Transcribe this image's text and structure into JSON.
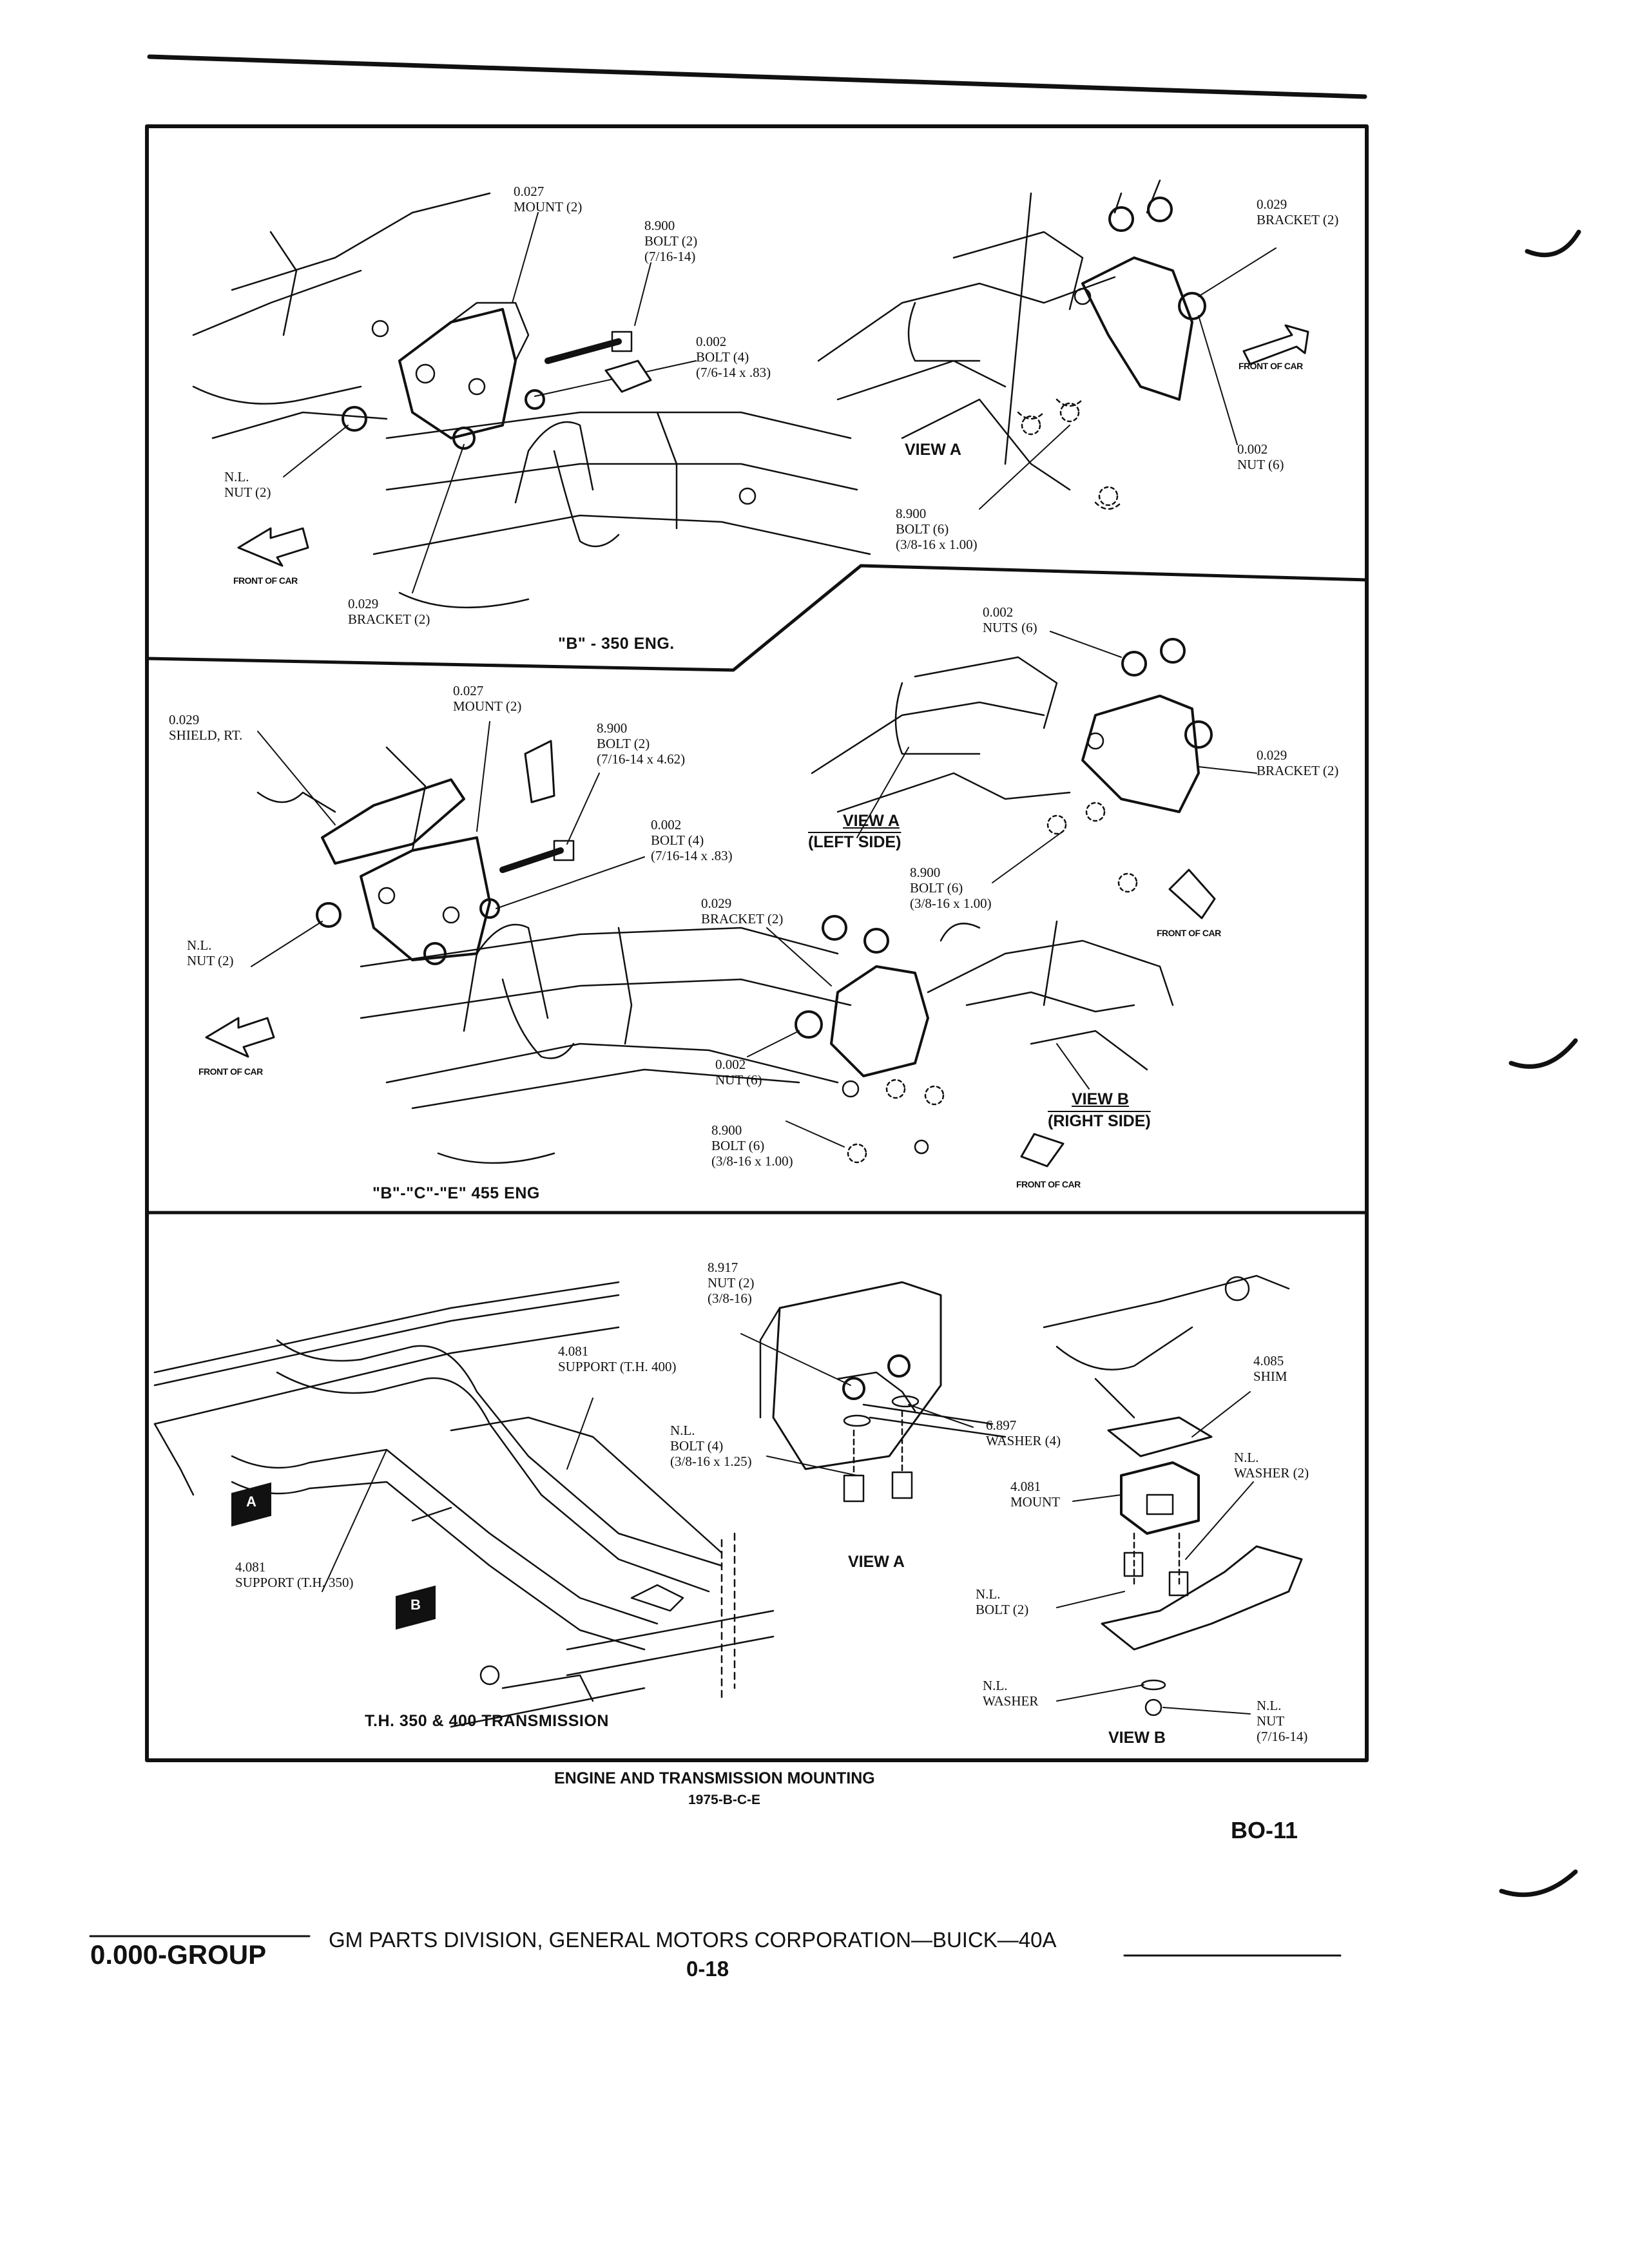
{
  "section1": {
    "mount": "0.027\nMOUNT (2)",
    "bolt_a": "8.900\nBOLT (2)\n(7/16-14)",
    "bolt_b": "0.002\nBOLT (4)\n(7/6-14 x .83)",
    "nut_nl": "N.L.\nNUT (2)",
    "bracket_left": "0.029\nBRACKET (2)",
    "front_left": "FRONT OF CAR",
    "engine": "\"B\" - 350 ENG.",
    "bracket_right": "0.029\nBRACKET (2)",
    "front_right": "FRONT OF CAR",
    "nut_right": "0.002\nNUT (6)",
    "view_a": "VIEW A",
    "bolt_right": "8.900\nBOLT (6)\n(3/8-16 x 1.00)"
  },
  "section2": {
    "shield": "0.029\nSHIELD, RT.",
    "mount": "0.027\nMOUNT (2)",
    "bolt_a": "8.900\nBOLT (2)\n(7/16-14 x 4.62)",
    "bolt_b": "0.002\nBOLT (4)\n(7/16-14 x .83)",
    "nut_nl": "N.L.\nNUT (2)",
    "front_left": "FRONT OF CAR",
    "engine": "\"B\"-\"C\"-\"E\" 455 ENG",
    "nuts_top": "0.002\nNUTS (6)",
    "bracket_top": "0.029\nBRACKET (2)",
    "view_a": "VIEW A",
    "left_side": "(LEFT SIDE)",
    "bolt_top": "8.900\nBOLT (6)\n(3/8-16 x 1.00)",
    "front_right_top": "FRONT OF CAR",
    "bracket_mid": "0.029\nBRACKET (2)",
    "nut_mid": "0.002\nNUT (6)",
    "view_b": "VIEW B",
    "right_side": "(RIGHT SIDE)",
    "bolt_bottom": "8.900\nBOLT (6)\n(3/8-16 x 1.00)",
    "front_right_bottom": "FRONT OF CAR"
  },
  "section3": {
    "support400": "4.081\nSUPPORT (T.H. 400)",
    "support350": "4.081\nSUPPORT (T.H. 350)",
    "nut_a": "8.917\nNUT (2)\n(3/8-16)",
    "bolt_nl": "N.L.\nBOLT (4)\n(3/8-16 x 1.25)",
    "washer_a": "6.897\nWASHER (4)",
    "view_a": "VIEW A",
    "shim": "4.085\nSHIM",
    "washer_nl": "N.L.\nWASHER (2)",
    "mount": "4.081\nMOUNT",
    "bolt_b": "N.L.\nBOLT (2)",
    "washer_b": "N.L.\nWASHER",
    "nut_b": "N.L.\nNUT\n(7/16-14)",
    "view_b": "VIEW B",
    "transmission": "T.H. 350 & 400 TRANSMISSION",
    "marker_a": "A",
    "marker_b": "B"
  },
  "caption": {
    "line1": "ENGINE AND TRANSMISSION MOUNTING",
    "line2": "1975-B-C-E"
  },
  "page_ref": "BO-11",
  "footer": {
    "group": "0.000-GROUP",
    "division": "GM PARTS DIVISION, GENERAL MOTORS CORPORATION—BUICK—40A",
    "page": "0-18"
  }
}
